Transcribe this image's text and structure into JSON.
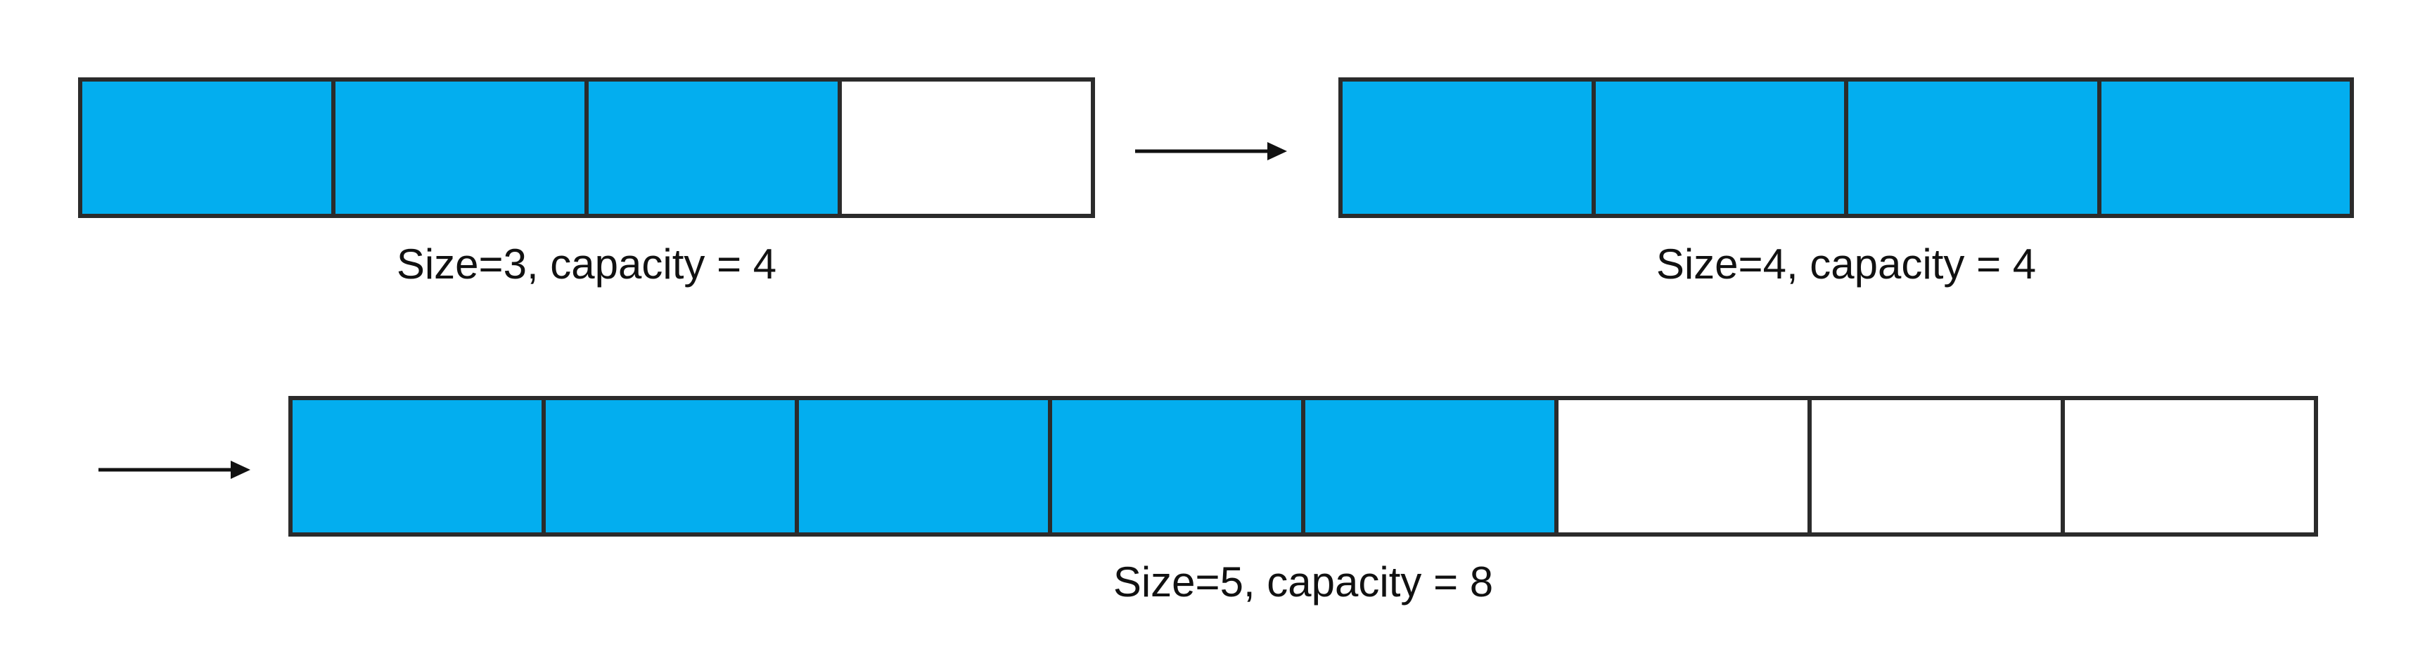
{
  "colors": {
    "filled": "#03aeef",
    "empty": "#ffffff",
    "border": "#2b2b2b"
  },
  "arrays": [
    {
      "label": "Size=3, capacity = 4",
      "size": 3,
      "capacity": 4
    },
    {
      "label": "Size=4, capacity = 4",
      "size": 4,
      "capacity": 4
    },
    {
      "label": "Size=5, capacity = 8",
      "size": 5,
      "capacity": 8
    }
  ]
}
